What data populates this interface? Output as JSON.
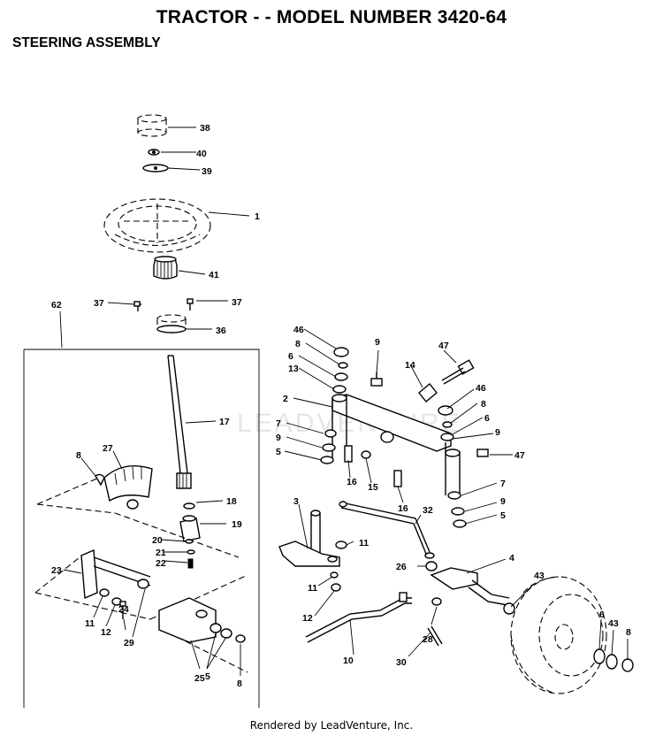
{
  "header": {
    "title": "TRACTOR - - MODEL NUMBER 3420-64",
    "subtitle": "STEERING ASSEMBLY"
  },
  "watermark": "LEADVENTURE",
  "footer": "Rendered by LeadVenture, Inc.",
  "callouts": [
    "38",
    "40",
    "39",
    "1",
    "41",
    "37",
    "37",
    "36",
    "62",
    "17",
    "27",
    "8",
    "18",
    "19",
    "20",
    "21",
    "22",
    "23",
    "11",
    "12",
    "24",
    "29",
    "25",
    "5",
    "8",
    "46",
    "8",
    "6",
    "9",
    "47",
    "14",
    "13",
    "2",
    "46",
    "8",
    "6",
    "7",
    "9",
    "9",
    "5",
    "16",
    "15",
    "16",
    "47",
    "7",
    "3",
    "32",
    "9",
    "5",
    "11",
    "26",
    "4",
    "11",
    "12",
    "28",
    "10",
    "30",
    "43",
    "6",
    "43",
    "8"
  ]
}
